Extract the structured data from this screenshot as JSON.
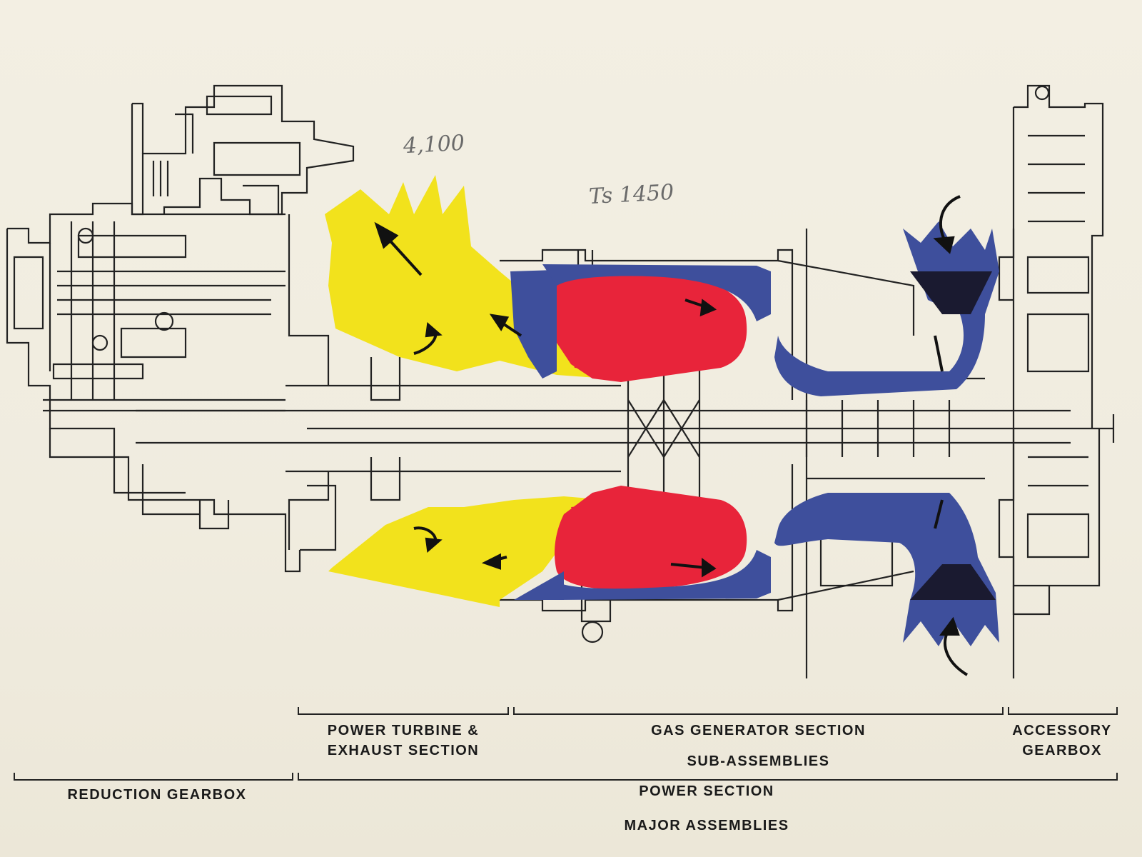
{
  "annotations": {
    "handwritten_1": "4,100",
    "handwritten_2": "Ts 1450"
  },
  "labels": {
    "power_turbine_line1": "POWER TURBINE &",
    "power_turbine_line2": "EXHAUST SECTION",
    "gas_generator": "GAS GENERATOR SECTION",
    "accessory_line1": "ACCESSORY",
    "accessory_line2": "GEARBOX",
    "sub_assemblies": "SUB-ASSEMBLIES",
    "reduction_gearbox": "REDUCTION GEARBOX",
    "power_section": "POWER SECTION",
    "major_assemblies": "MAJOR ASSEMBLIES"
  },
  "colors": {
    "exhaust": "#f2e21c",
    "combustion": "#e8243a",
    "compressor_air": "#3e4f9c",
    "outline": "#222222"
  }
}
